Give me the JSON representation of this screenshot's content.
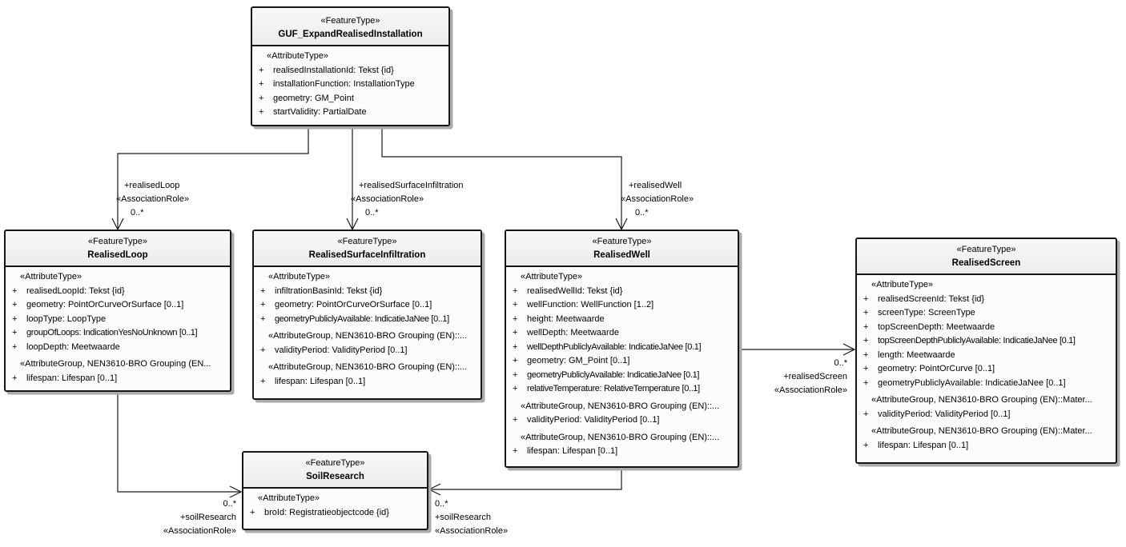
{
  "diagram": {
    "background": "#ffffff",
    "line_color": "#1a1a1a",
    "box_fill": "#fcfcfa",
    "shadow_color": "#ababab",
    "classes": [
      {
        "stereotype": "«FeatureType»",
        "name": "GUF_ExpandRealisedInstallation",
        "rows": [
          {
            "kind": "section",
            "text": "«AttributeType»"
          },
          {
            "kind": "attr",
            "text": "realisedInstallationId: Tekst {id}"
          },
          {
            "kind": "attr",
            "text": "installationFunction: InstallationType"
          },
          {
            "kind": "attr",
            "text": "geometry: GM_Point"
          },
          {
            "kind": "attr",
            "text": "startValidity: PartialDate"
          }
        ]
      },
      {
        "stereotype": "«FeatureType»",
        "name": "RealisedLoop",
        "rows": [
          {
            "kind": "section",
            "text": "«AttributeType»"
          },
          {
            "kind": "attr",
            "text": "realisedLoopId: Tekst {id}"
          },
          {
            "kind": "attr",
            "text": "geometry: PointOrCurveOrSurface [0..1]"
          },
          {
            "kind": "attr",
            "text": "loopType: LoopType"
          },
          {
            "kind": "attr",
            "text": "groupOfLoops: IndicationYesNoUnknown [0..1]",
            "tight": true
          },
          {
            "kind": "attr",
            "text": "loopDepth: Meetwaarde"
          },
          {
            "kind": "group",
            "text": "«AttributeGroup, NEN3610-BRO Grouping (EN..."
          },
          {
            "kind": "attr",
            "text": "lifespan: Lifespan [0..1]"
          }
        ]
      },
      {
        "stereotype": "«FeatureType»",
        "name": "RealisedSurfaceInfiltration",
        "rows": [
          {
            "kind": "section",
            "text": "«AttributeType»"
          },
          {
            "kind": "attr",
            "text": "infiltrationBasinId: Tekst {id}"
          },
          {
            "kind": "attr",
            "text": "geometry: PointOrCurveOrSurface [0..1]"
          },
          {
            "kind": "attr",
            "text": "geometryPubliclyAvailable: IndicatieJaNee [0..1]",
            "tight": true
          },
          {
            "kind": "group",
            "text": "«AttributeGroup, NEN3610-BRO Grouping (EN)::..."
          },
          {
            "kind": "attr",
            "text": "validityPeriod: ValidityPeriod [0..1]"
          },
          {
            "kind": "group",
            "text": "«AttributeGroup, NEN3610-BRO Grouping (EN)::..."
          },
          {
            "kind": "attr",
            "text": "lifespan: Lifespan [0..1]"
          }
        ]
      },
      {
        "stereotype": "«FeatureType»",
        "name": "RealisedWell",
        "rows": [
          {
            "kind": "section",
            "text": "«AttributeType»"
          },
          {
            "kind": "attr",
            "text": "realisedWellId: Tekst {id}"
          },
          {
            "kind": "attr",
            "text": "wellFunction: WellFunction [1..2]"
          },
          {
            "kind": "attr",
            "text": "height: Meetwaarde"
          },
          {
            "kind": "attr",
            "text": "wellDepth: Meetwaarde"
          },
          {
            "kind": "attr",
            "text": "wellDepthPubliclyAvailable: IndicatieJaNee [0.1]",
            "tight": true
          },
          {
            "kind": "attr",
            "text": "geometry: GM_Point [0..1]"
          },
          {
            "kind": "attr",
            "text": "geometryPubliclyAvailable: IndicatieJaNee [0.1]",
            "tight": true
          },
          {
            "kind": "attr",
            "text": "relativeTemperature: RelativeTemperature [0..1]",
            "tight": true
          },
          {
            "kind": "group",
            "text": "«AttributeGroup, NEN3610-BRO Grouping (EN)::..."
          },
          {
            "kind": "attr",
            "text": "validityPeriod: ValidityPeriod [0..1]"
          },
          {
            "kind": "group",
            "text": "«AttributeGroup, NEN3610-BRO Grouping (EN)::..."
          },
          {
            "kind": "attr",
            "text": "lifespan: Lifespan [0..1]"
          }
        ]
      },
      {
        "stereotype": "«FeatureType»",
        "name": "RealisedScreen",
        "rows": [
          {
            "kind": "section",
            "text": "«AttributeType»"
          },
          {
            "kind": "attr",
            "text": "realisedScreenId: Tekst {id}"
          },
          {
            "kind": "attr",
            "text": "screenType: ScreenType"
          },
          {
            "kind": "attr",
            "text": "topScreenDepth: Meetwaarde"
          },
          {
            "kind": "attr",
            "text": "topScreenDepthPubliclyAvailable: IndicatieJaNee [0.1]",
            "tight": true
          },
          {
            "kind": "attr",
            "text": "length: Meetwaarde"
          },
          {
            "kind": "attr",
            "text": "geometry: PointOrCurve [0..1]"
          },
          {
            "kind": "attr",
            "text": "geometryPubliclyAvailable: IndicatieJaNee [0..1]"
          },
          {
            "kind": "group",
            "text": "«AttributeGroup, NEN3610-BRO Grouping (EN)::Mater..."
          },
          {
            "kind": "attr",
            "text": "validityPeriod: ValidityPeriod [0..1]"
          },
          {
            "kind": "group",
            "text": "«AttributeGroup, NEN3610-BRO Grouping (EN)::Mater..."
          },
          {
            "kind": "attr",
            "text": "lifespan: Lifespan [0..1]"
          }
        ]
      },
      {
        "stereotype": "«FeatureType»",
        "name": "SoilResearch",
        "rows": [
          {
            "kind": "section",
            "text": "«AttributeType»"
          },
          {
            "kind": "attr",
            "text": "broId: Registratieobjectcode {id}"
          }
        ]
      }
    ],
    "associations": [
      {
        "source": "GUF_ExpandRealisedInstallation",
        "target": "RealisedLoop",
        "role": "+realisedLoop",
        "stereotype": "«AssociationRole»",
        "multiplicity": "0..*"
      },
      {
        "source": "GUF_ExpandRealisedInstallation",
        "target": "RealisedSurfaceInfiltration",
        "role": "+realisedSurfaceInfiltration",
        "stereotype": "«AssociationRole»",
        "multiplicity": "0..*"
      },
      {
        "source": "GUF_ExpandRealisedInstallation",
        "target": "RealisedWell",
        "role": "+realisedWell",
        "stereotype": "«AssociationRole»",
        "multiplicity": "0..*"
      },
      {
        "source": "RealisedWell",
        "target": "RealisedScreen",
        "role": "+realisedScreen",
        "stereotype": "«AssociationRole»",
        "multiplicity": "0..*"
      },
      {
        "source": "RealisedLoop",
        "target": "SoilResearch",
        "role": "+soilResearch",
        "stereotype": "«AssociationRole»",
        "multiplicity": "0..*"
      },
      {
        "source": "RealisedWell",
        "target": "SoilResearch",
        "role": "+soilResearch",
        "stereotype": "«AssociationRole»",
        "multiplicity": "0..*"
      }
    ]
  }
}
